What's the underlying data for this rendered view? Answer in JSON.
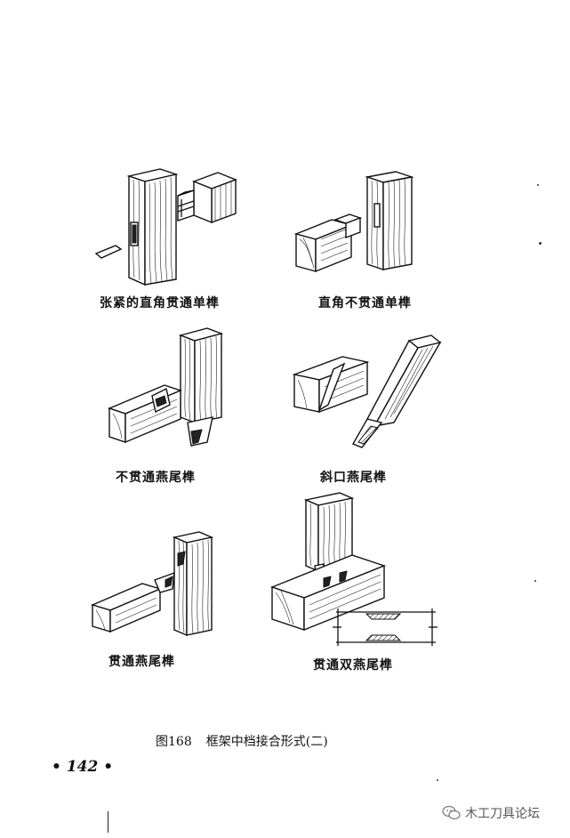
{
  "captions": {
    "fig1": "张紧的直角贯通单榫",
    "fig2": "直角不贯通单榫",
    "fig3": "不贯通燕尾榫",
    "fig4": "斜口燕尾榫",
    "fig5": "贯通燕尾榫",
    "fig6": "贯通双燕尾榫"
  },
  "figure_caption": {
    "number": "图168",
    "title": "框架中档接合形式(二)"
  },
  "page_number": "• 142 •",
  "watermark": {
    "icon": "wechat-icon",
    "text": "木工刀具论坛"
  }
}
